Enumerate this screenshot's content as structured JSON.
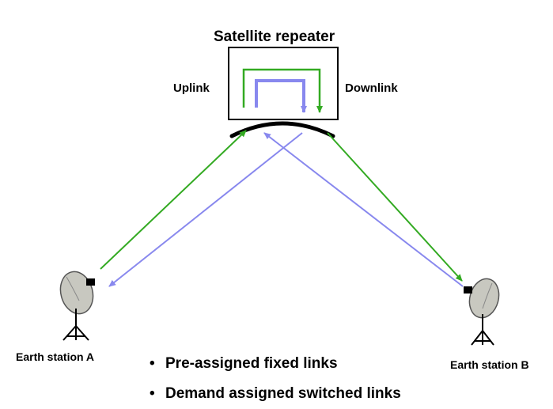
{
  "diagram": {
    "satellite_title": "Satellite repeater",
    "uplink_label": "Uplink",
    "downlink_label": "Downlink",
    "earth_station_a": "Earth station A",
    "earth_station_b": "Earth station B",
    "bullets": [
      "Pre-assigned fixed links",
      "Demand assigned switched links"
    ],
    "bullet_glyph": "•",
    "colors": {
      "link_green": "#33aa22",
      "link_blue": "#8888ee",
      "dish_gray": "#c8c8c0",
      "outline": "#000000"
    }
  }
}
